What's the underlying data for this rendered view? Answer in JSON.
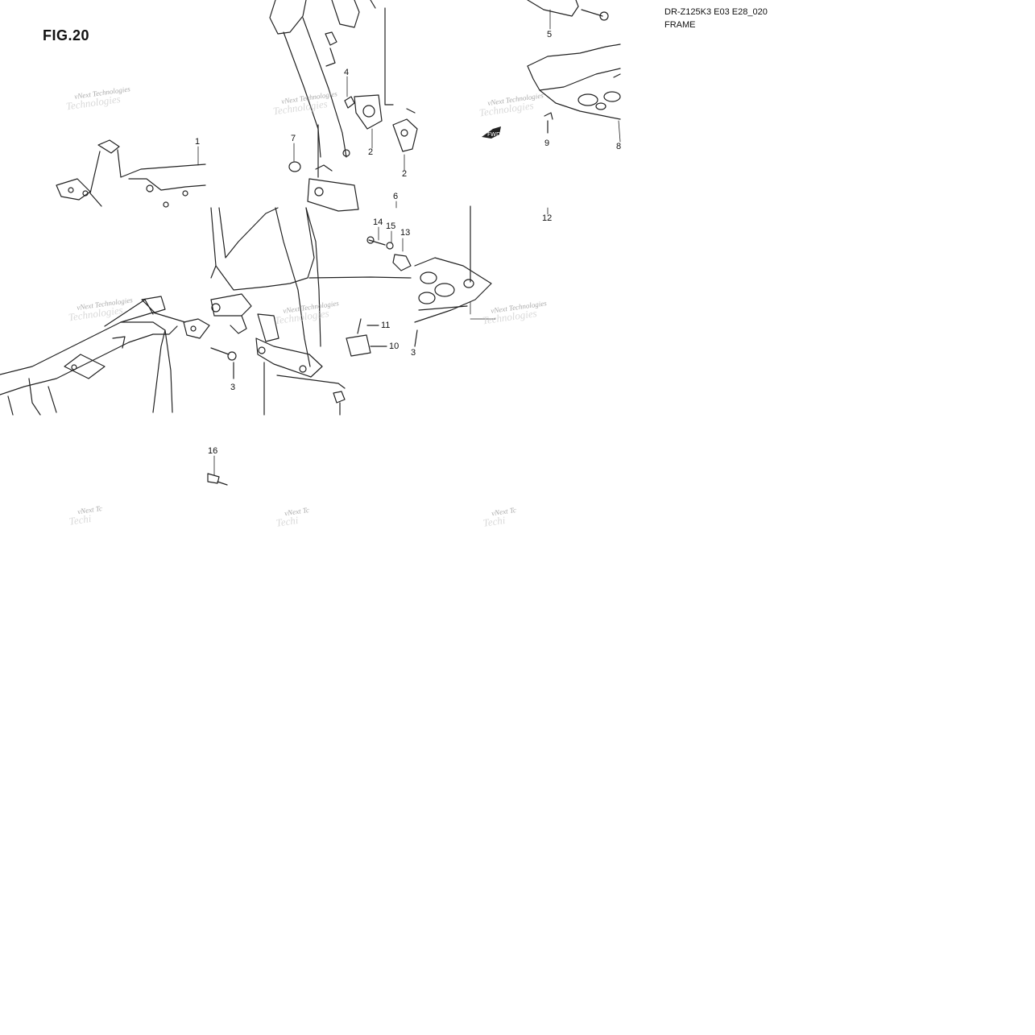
{
  "header": {
    "figure": "FIG.20",
    "model_code": "DR-Z125K3 E03 E28_020",
    "section": "FRAME"
  },
  "watermark": {
    "brand": "vNext Technologies",
    "brand_short": "vNext Tc",
    "tag_word": "Technologies",
    "tag_short": "Techi"
  },
  "direction_marker": {
    "label": "FWD"
  },
  "callouts": [
    "1",
    "2",
    "2",
    "3",
    "4",
    "5",
    "6",
    "7",
    "8",
    "9",
    "10",
    "11",
    "12",
    "13",
    "14",
    "15",
    "16",
    "3"
  ]
}
